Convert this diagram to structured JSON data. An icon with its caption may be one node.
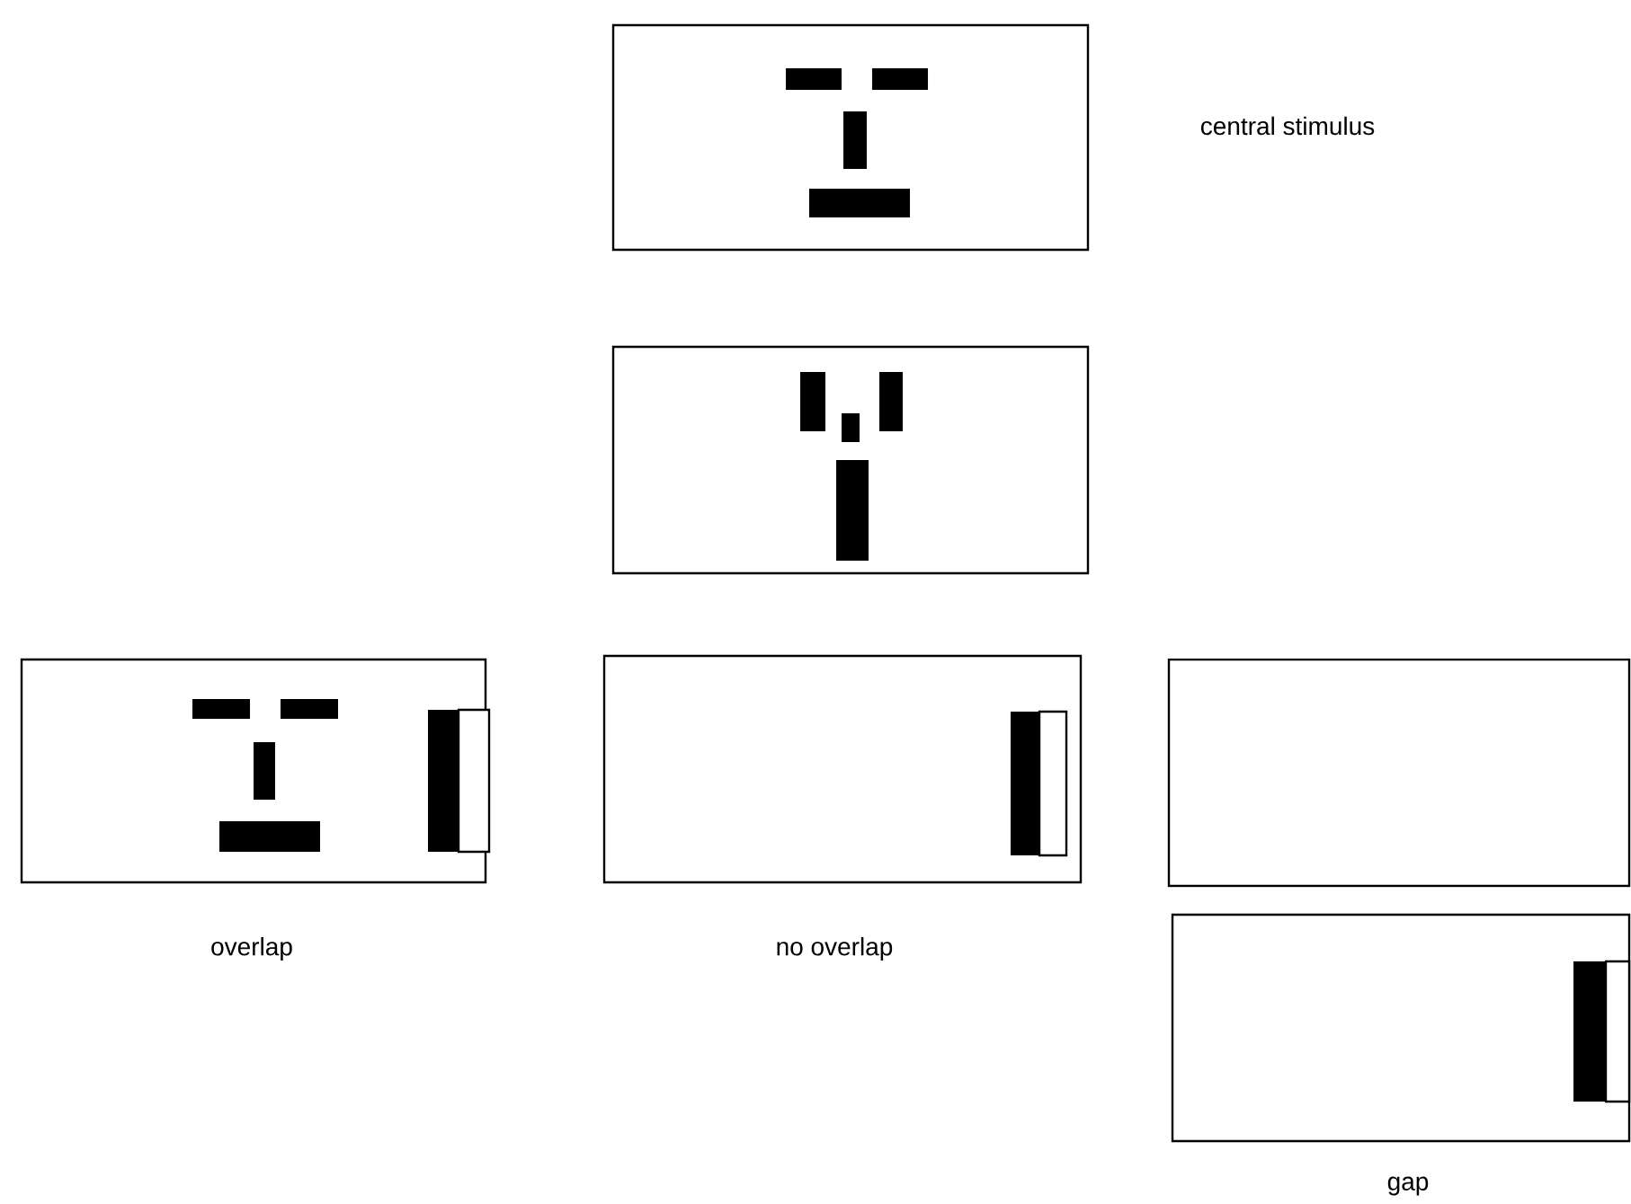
{
  "diagram": {
    "nodes": [
      {
        "text": [],
        "shape": "box"
      },
      {
        "text": [],
        "shape": "box"
      },
      {
        "text": [],
        "shape": "box",
        "beside": [
          "overlap"
        ]
      },
      {
        "text": [],
        "shape": "box",
        "beside": [
          "no overlap"
        ]
      },
      {
        "text": [],
        "shape": "box"
      },
      {
        "text": [],
        "shape": "box",
        "beside": [
          "gap"
        ]
      }
    ],
    "labels": [
      "central stimulus"
    ]
  }
}
